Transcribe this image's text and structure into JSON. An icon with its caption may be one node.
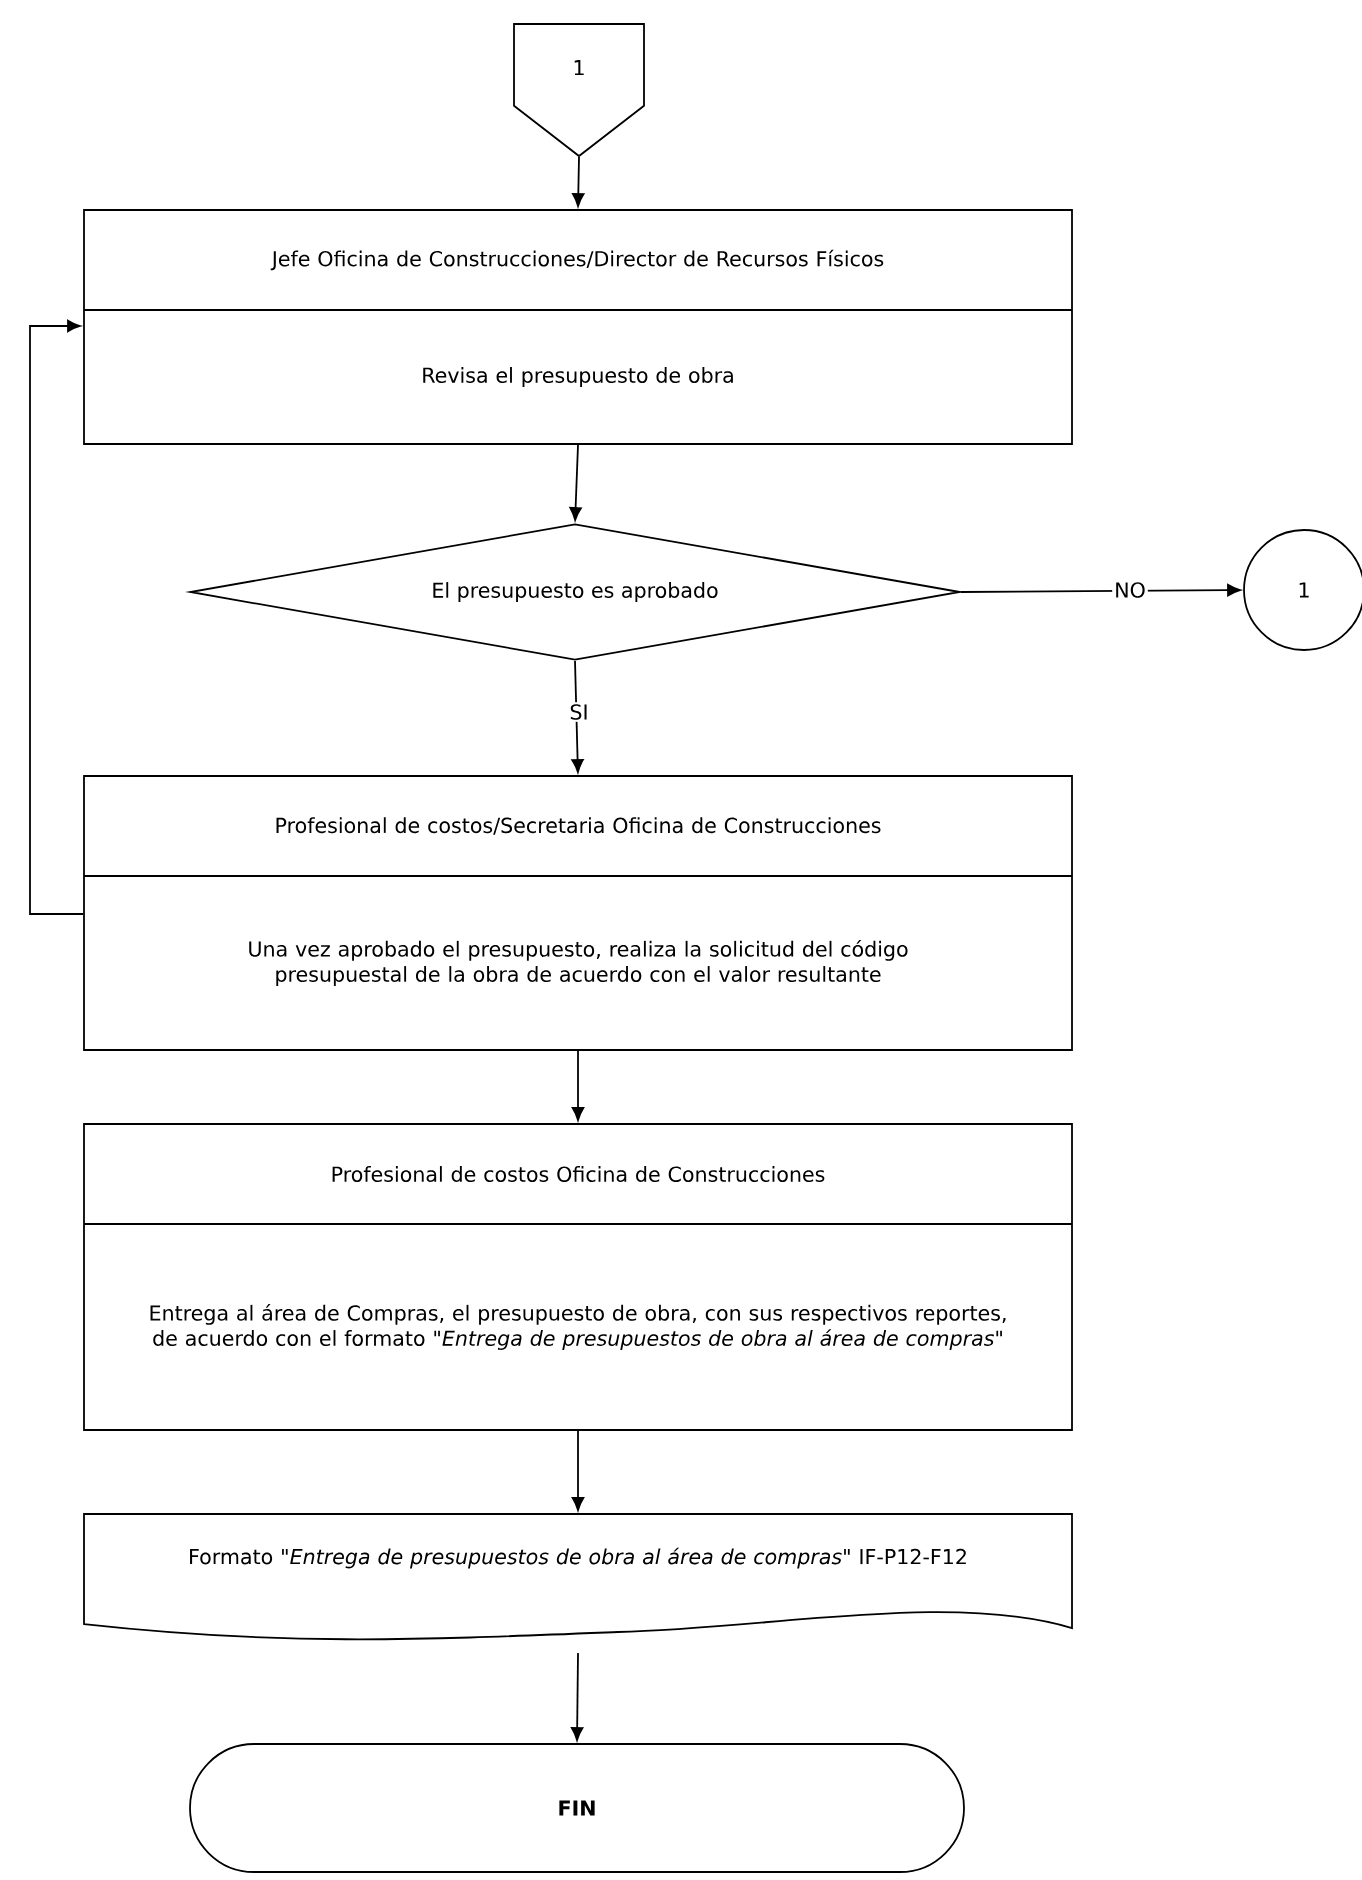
{
  "diagram": {
    "nodes": [
      {
        "text": [
          "1"
        ]
      },
      {
        "text": [
          "Jefe Oficina de Construcciones/Director de Recursos Físicos",
          "Revisa el presupuesto de obra"
        ]
      },
      {
        "text": [
          "El presupuesto es aprobado"
        ]
      },
      {
        "text": [
          "1"
        ]
      },
      {
        "text": [
          "Profesional de costos/Secretaria Oficina de Construcciones",
          "Una vez aprobado el presupuesto, realiza la solicitud del código presupuestal de la obra de acuerdo con el valor resultante"
        ]
      },
      {
        "text": [
          "Profesional de costos Oficina de Construcciones",
          "Entrega al área de Compras, el presupuesto de obra, con sus respectivos reportes, de acuerdo con el formato \"*Entrega de presupuestos de obra al área de compras\"*"
        ]
      },
      {
        "text": [
          "Formato \"*Entrega de presupuestos de obra al área de compras\"* IF-P12-F12"
        ]
      },
      {
        "text": [
          "FIN"
        ]
      }
    ],
    "edges": [
      {
        "from": 0,
        "to": 1,
        "arrow": "to"
      },
      {
        "from": 1,
        "to": 2,
        "arrow": "to"
      },
      {
        "from": 2,
        "to": 3,
        "arrow": "to",
        "label": "NO"
      },
      {
        "from": 2,
        "to": 4,
        "arrow": "to",
        "label": "SI"
      },
      {
        "from": 4,
        "to": 1,
        "arrow": "to"
      },
      {
        "from": 4,
        "to": 5,
        "arrow": "to"
      },
      {
        "from": 5,
        "to": 6,
        "arrow": "to"
      },
      {
        "from": 6,
        "to": 7,
        "arrow": "to"
      }
    ]
  }
}
